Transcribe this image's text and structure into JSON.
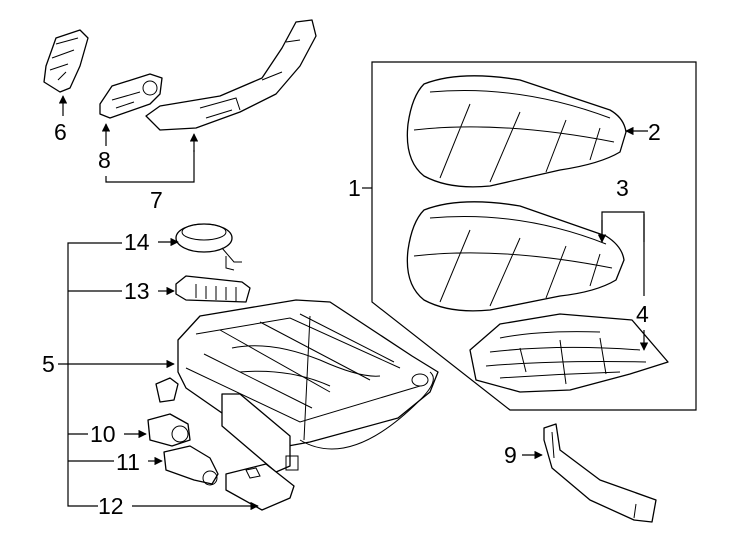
{
  "callouts": {
    "c1": "1",
    "c2": "2",
    "c3": "3",
    "c4": "4",
    "c5": "5",
    "c6": "6",
    "c7": "7",
    "c8": "8",
    "c9": "9",
    "c10": "10",
    "c11": "11",
    "c12": "12",
    "c13": "13",
    "c14": "14"
  },
  "colors": {
    "line": "#000000",
    "background": "#ffffff"
  },
  "icons": {
    "leader_arrow": "arrowhead"
  }
}
